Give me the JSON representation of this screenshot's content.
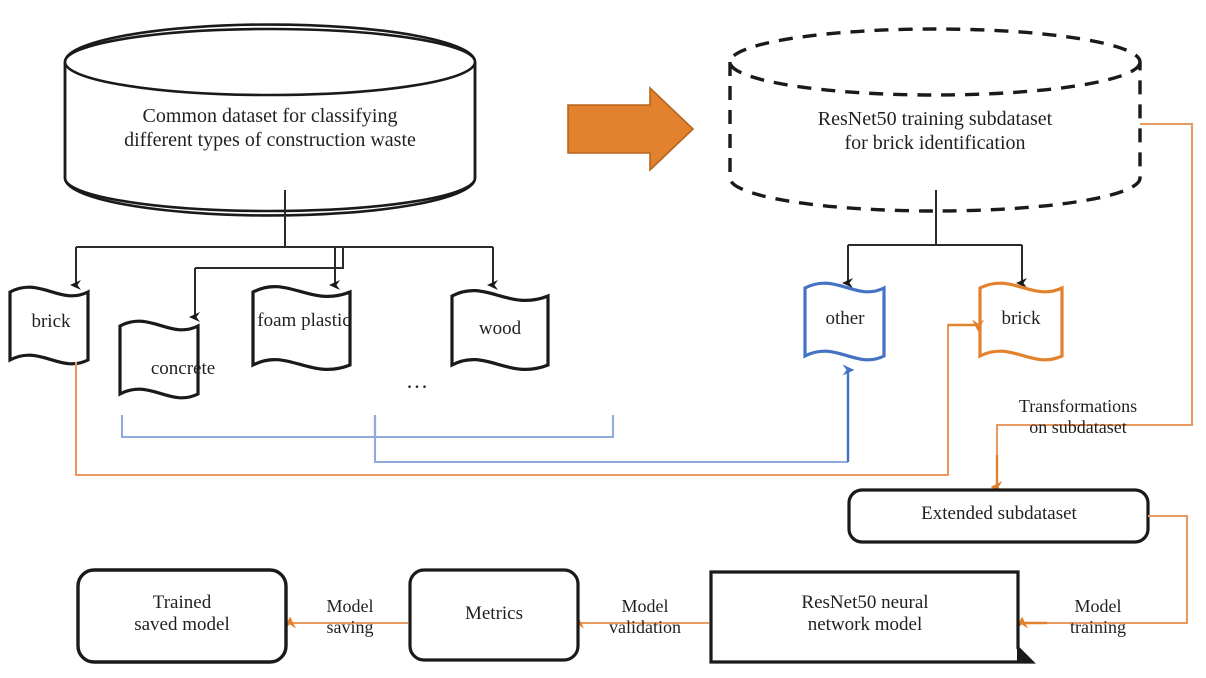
{
  "diagram": {
    "title": "ResNet50 brick identification training pipeline",
    "colors": {
      "black": "#1a1a1a",
      "orange": "#E2812E",
      "orange_fill": "#E2822F",
      "orange_light": "#E79A62",
      "blue": "#4472C4",
      "blue_light": "#8FAADC",
      "text": "#231f20",
      "background": "#ffffff"
    },
    "nodes": {
      "source_dataset": {
        "shape": "cylinder",
        "stroke": "solid-black",
        "label": "Common dataset for classifying\ndifferent types of construction waste"
      },
      "sub_dataset": {
        "shape": "cylinder",
        "stroke": "dashed-black",
        "label": "ResNet50 training subdataset\nfor brick identification"
      },
      "class_brick": {
        "shape": "document",
        "stroke": "black",
        "label": "brick"
      },
      "class_concrete": {
        "shape": "document",
        "stroke": "black",
        "label": "concrete"
      },
      "class_foam_plastic": {
        "shape": "document",
        "stroke": "black",
        "label": "foam plastic"
      },
      "class_wood": {
        "shape": "document",
        "stroke": "black",
        "label": "wood"
      },
      "class_ellipsis": {
        "shape": "text",
        "label": "..."
      },
      "sub_other": {
        "shape": "document",
        "stroke": "blue",
        "label": "other"
      },
      "sub_brick": {
        "shape": "document",
        "stroke": "orange",
        "label": "brick"
      },
      "extended_subdataset": {
        "shape": "rounded-rect",
        "stroke": "black",
        "label": "Extended subdataset"
      },
      "resnet_model": {
        "shape": "note-folded-corner",
        "stroke": "black",
        "label": "ResNet50 neural\nnetwork model"
      },
      "metrics": {
        "shape": "rounded-rect",
        "stroke": "black",
        "label": "Metrics"
      },
      "trained_model": {
        "shape": "rounded-rect",
        "stroke": "black",
        "label": "Trained\nsaved model"
      }
    },
    "edge_labels": {
      "transformations": "Transformations\non subdataset",
      "model_training": "Model\ntraining",
      "model_validation": "Model\nvalidation",
      "model_saving": "Model\nsaving"
    },
    "edges": [
      {
        "from": "source_dataset",
        "to": "sub_dataset",
        "style": "block-arrow-orange",
        "label": ""
      },
      {
        "from": "source_dataset",
        "to": "class_brick",
        "style": "black-elbow-arrow",
        "label": ""
      },
      {
        "from": "source_dataset",
        "to": "class_concrete",
        "style": "black-elbow-arrow",
        "label": ""
      },
      {
        "from": "source_dataset",
        "to": "class_foam_plastic",
        "style": "black-elbow-arrow",
        "label": ""
      },
      {
        "from": "source_dataset",
        "to": "class_wood",
        "style": "black-elbow-arrow",
        "label": ""
      },
      {
        "from": "sub_dataset",
        "to": "sub_other",
        "style": "black-elbow-arrow",
        "label": ""
      },
      {
        "from": "sub_dataset",
        "to": "sub_brick",
        "style": "black-elbow-arrow",
        "label": ""
      },
      {
        "from": "class_brick",
        "to": "sub_brick",
        "style": "orange-elbow-arrow",
        "label": ""
      },
      {
        "from": "class_group_others",
        "to": "sub_other",
        "style": "blue-brace-arrow",
        "label": ""
      },
      {
        "from": "sub_dataset",
        "to": "extended_subdataset",
        "style": "orange-elbow-arrow",
        "label": "Transformations\non subdataset"
      },
      {
        "from": "extended_subdataset",
        "to": "resnet_model",
        "style": "orange-elbow-arrow",
        "label": "Model\ntraining"
      },
      {
        "from": "resnet_model",
        "to": "metrics",
        "style": "orange-arrow",
        "label": "Model\nvalidation"
      },
      {
        "from": "metrics",
        "to": "trained_model",
        "style": "orange-arrow",
        "label": "Model\nsaving"
      }
    ]
  }
}
